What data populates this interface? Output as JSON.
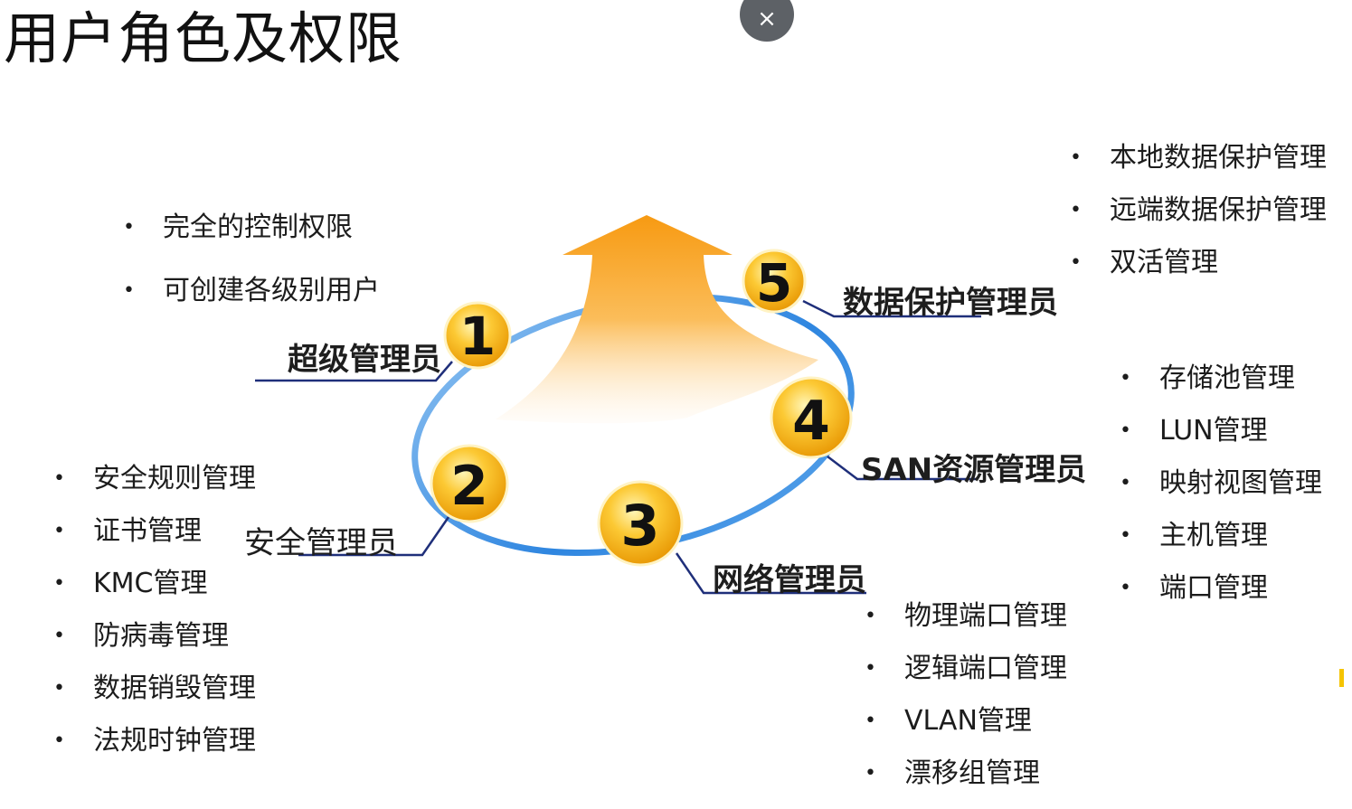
{
  "title": "用户角色及权限",
  "close_label": "×",
  "colors": {
    "ring": "#3d8fe3",
    "badge": "#f7b514",
    "arrow": "#f69a1e",
    "leader_line": "#1f2f7a"
  },
  "roles": [
    {
      "number": "1",
      "name": "超级管理员"
    },
    {
      "number": "2",
      "name": "安全管理员"
    },
    {
      "number": "3",
      "name": "网络管理员"
    },
    {
      "number": "4",
      "name": "SAN资源管理员"
    },
    {
      "number": "5",
      "name": "数据保护管理员"
    }
  ],
  "permissions": {
    "super_admin": [
      "完全的控制权限",
      "可创建各级别用户"
    ],
    "security_admin": [
      "安全规则管理",
      "证书管理",
      "KMC管理",
      "防病毒管理",
      "数据销毁管理",
      "法规时钟管理"
    ],
    "network_admin": [
      "物理端口管理",
      "逻辑端口管理",
      "VLAN管理",
      "漂移组管理"
    ],
    "san_admin": [
      "存储池管理",
      "LUN管理",
      "映射视图管理",
      "主机管理",
      "端口管理"
    ],
    "data_protection_admin": [
      "本地数据保护管理",
      "远端数据保护管理",
      "双活管理"
    ]
  }
}
